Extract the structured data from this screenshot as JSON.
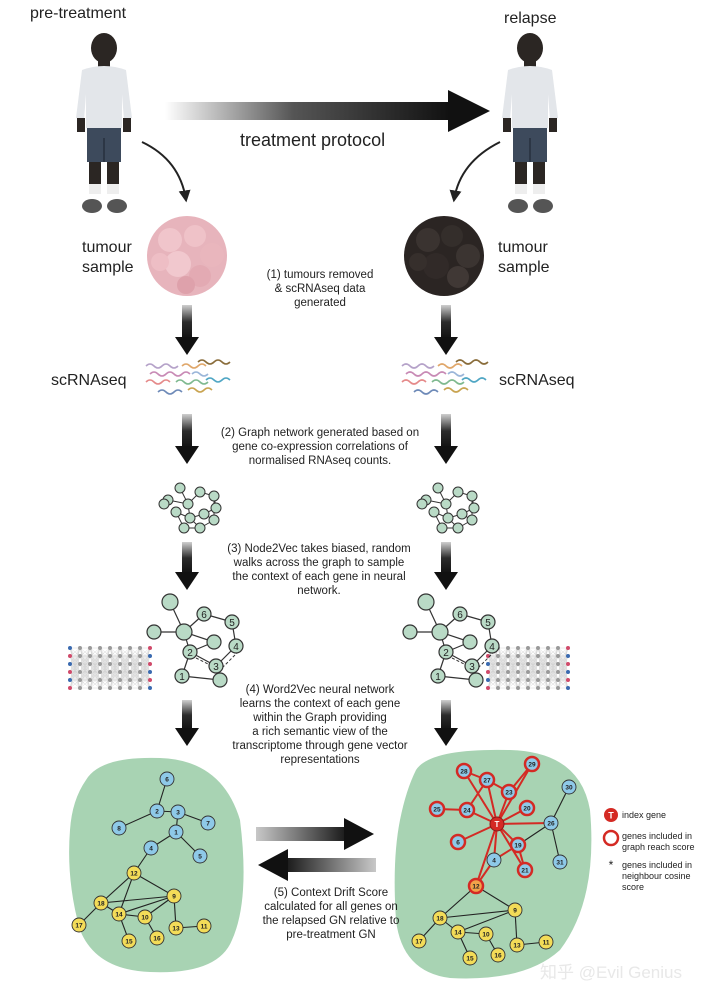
{
  "labels": {
    "pre_treatment": "pre-treatment",
    "relapse": "relapse",
    "treatment_protocol": "treatment protocol",
    "tumour_sample_left": "tumour\nsample",
    "tumour_sample_right": "tumour\nsample",
    "scrnaseq_left": "scRNAseq",
    "scrnaseq_right": "scRNAseq"
  },
  "steps": {
    "step1": "(1) tumours removed\n& scRNAseq data\ngenerated",
    "step2": "(2) Graph network generated based on\ngene co-expression correlations of\nnormalised RNAseq counts.",
    "step3": "(3) Node2Vec takes biased, random\nwalks across the graph to sample\nthe context of each gene in neural\nnetwork.",
    "step4": "(4) Word2Vec neural network\nlearns the context of each gene\nwithin the Graph providing\na rich semantic view of the\ntranscriptome through gene vector\nrepresentations",
    "step5": "(5) Context Drift Score\ncalculated for all genes on\nthe relapsed GN relative to\npre-treatment GN"
  },
  "legend": {
    "index_gene_marker": "T",
    "index_gene": "index gene",
    "graph_reach": "genes included in\ngraph reach score",
    "cosine_marker": "*",
    "cosine": "genes included in\nneighbour cosine\nscore"
  },
  "walk_nodes": [
    "1",
    "2",
    "3",
    "4",
    "5",
    "6"
  ],
  "left_network_nodes": {
    "blue": [
      "6",
      "2",
      "3",
      "8",
      "1",
      "7",
      "4",
      "5"
    ],
    "yellow": [
      "12",
      "18",
      "9",
      "14",
      "10",
      "17",
      "15",
      "16",
      "13",
      "11"
    ]
  },
  "right_network_nodes": {
    "red_ring": [
      "28",
      "27",
      "29",
      "23",
      "25",
      "24",
      "20",
      "6",
      "19",
      "21"
    ],
    "blue": [
      "30",
      "26",
      "4",
      "31"
    ],
    "index": "T",
    "orange": "12",
    "yellow": [
      "18",
      "9",
      "14",
      "10",
      "17",
      "15",
      "16",
      "13",
      "11"
    ]
  },
  "watermark": "知乎 @Evil Genius",
  "colors": {
    "arrow": "#1e1e1e",
    "node_green": "#b9dac6",
    "region_green": "#a8d3b3",
    "node_blue": "#8ec9e8",
    "node_yellow": "#f3dc58",
    "edge_red": "#d42a24",
    "tumour_pink": "#e7b4bc",
    "tumour_dark": "#2b2523"
  }
}
